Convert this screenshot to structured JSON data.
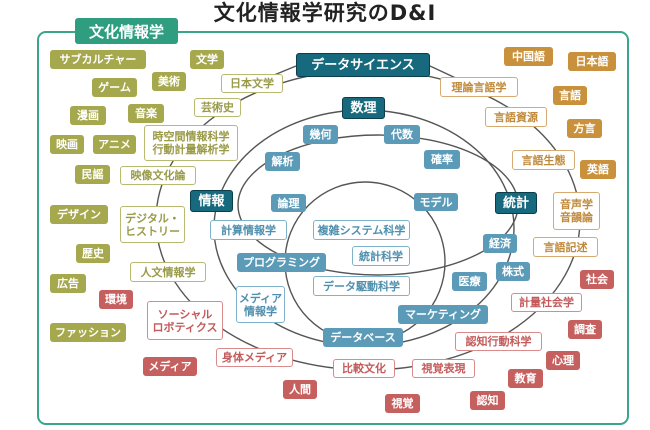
{
  "title": "文化情報学研究のD&I",
  "frame_label": "文化情報学",
  "colors": {
    "frame": "#3aa58a",
    "olive": "#a5a84c",
    "teal": "#17697d",
    "blue": "#5b9bb8",
    "orange": "#c9913c",
    "red": "#c6605f"
  },
  "nodes": [
    {
      "text": "サブカルチャー",
      "style": "olive-fill"
    },
    {
      "text": "文学",
      "style": "olive-fill"
    },
    {
      "text": "ゲーム",
      "style": "olive-fill"
    },
    {
      "text": "美術",
      "style": "olive-fill"
    },
    {
      "text": "漫画",
      "style": "olive-fill"
    },
    {
      "text": "音楽",
      "style": "olive-fill"
    },
    {
      "text": "映画",
      "style": "olive-fill"
    },
    {
      "text": "アニメ",
      "style": "olive-fill"
    },
    {
      "text": "民謡",
      "style": "olive-fill"
    },
    {
      "text": "デザイン",
      "style": "olive-fill"
    },
    {
      "text": "歴史",
      "style": "olive-fill"
    },
    {
      "text": "広告",
      "style": "olive-fill"
    },
    {
      "text": "ファッション",
      "style": "olive-fill"
    },
    {
      "text": "日本文学",
      "style": "olive-line"
    },
    {
      "text": "芸術史",
      "style": "olive-line"
    },
    {
      "text": "時空間情報科学\n行動計量解析学",
      "style": "olive-line"
    },
    {
      "text": "映像文化論",
      "style": "olive-line"
    },
    {
      "text": "デジタル・\nヒストリー",
      "style": "olive-line"
    },
    {
      "text": "人文情報学",
      "style": "olive-line"
    },
    {
      "text": "データサイエンス",
      "style": "teal"
    },
    {
      "text": "数理",
      "style": "teal"
    },
    {
      "text": "情報",
      "style": "teal"
    },
    {
      "text": "統計",
      "style": "teal"
    },
    {
      "text": "幾何",
      "style": "blue-fill"
    },
    {
      "text": "代数",
      "style": "blue-fill"
    },
    {
      "text": "解析",
      "style": "blue-fill"
    },
    {
      "text": "確率",
      "style": "blue-fill"
    },
    {
      "text": "論理",
      "style": "blue-fill"
    },
    {
      "text": "モデル",
      "style": "blue-fill"
    },
    {
      "text": "プログラミング",
      "style": "blue-fill"
    },
    {
      "text": "経済",
      "style": "blue-fill"
    },
    {
      "text": "株式",
      "style": "blue-fill"
    },
    {
      "text": "医療",
      "style": "blue-fill"
    },
    {
      "text": "マーケティング",
      "style": "blue-fill"
    },
    {
      "text": "データベース",
      "style": "blue-fill"
    },
    {
      "text": "計算情報学",
      "style": "blue-line"
    },
    {
      "text": "複雑システム科学",
      "style": "blue-line"
    },
    {
      "text": "統計科学",
      "style": "blue-line"
    },
    {
      "text": "データ駆動科学",
      "style": "blue-line"
    },
    {
      "text": "メディア\n情報学",
      "style": "blue-line"
    },
    {
      "text": "中国語",
      "style": "orange-fill"
    },
    {
      "text": "日本語",
      "style": "orange-fill"
    },
    {
      "text": "言語",
      "style": "orange-fill"
    },
    {
      "text": "方言",
      "style": "orange-fill"
    },
    {
      "text": "英語",
      "style": "orange-fill"
    },
    {
      "text": "理論言語学",
      "style": "orange-line"
    },
    {
      "text": "言語資源",
      "style": "orange-line"
    },
    {
      "text": "言語生態",
      "style": "orange-line"
    },
    {
      "text": "音声学\n音韻論",
      "style": "orange-line"
    },
    {
      "text": "言語記述",
      "style": "orange-line"
    },
    {
      "text": "環境",
      "style": "red-fill"
    },
    {
      "text": "メディア",
      "style": "red-fill"
    },
    {
      "text": "人間",
      "style": "red-fill"
    },
    {
      "text": "社会",
      "style": "red-fill"
    },
    {
      "text": "調査",
      "style": "red-fill"
    },
    {
      "text": "心理",
      "style": "red-fill"
    },
    {
      "text": "教育",
      "style": "red-fill"
    },
    {
      "text": "視覚",
      "style": "red-fill"
    },
    {
      "text": "認知",
      "style": "red-fill"
    },
    {
      "text": "ソーシャル\nロボティクス",
      "style": "red-line"
    },
    {
      "text": "身体メディア",
      "style": "red-line"
    },
    {
      "text": "比較文化",
      "style": "red-line"
    },
    {
      "text": "視覚表現",
      "style": "red-line"
    },
    {
      "text": "認知行動科学",
      "style": "red-line"
    },
    {
      "text": "計量社会学",
      "style": "red-line"
    }
  ]
}
